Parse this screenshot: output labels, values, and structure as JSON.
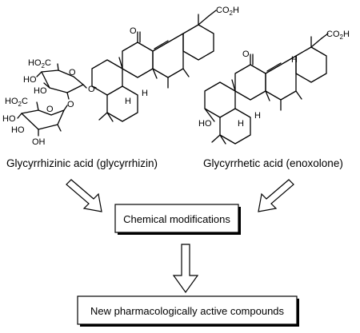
{
  "compound_left": {
    "name": "Glycyrrhizinic acid (glycyrrhizin)",
    "labels": {
      "co2h_top": "CO",
      "co2h_top_sub": "2",
      "co2h_top_h": "H",
      "ketone_o": "O",
      "ho2c_1": "HO",
      "ho2c_1_sub": "2",
      "ho2c_1_c": "C",
      "ho_1": "HO",
      "ho_2": "HO",
      "ether_o_1": "O",
      "ether_o_2": "O",
      "ring_o_1": "O",
      "ring_o_2": "O",
      "ho2c_2": "HO",
      "ho2c_2_sub": "2",
      "ho2c_2_c": "C",
      "ho_3": "HO",
      "ho_4": "HO",
      "oh_1": "OH",
      "h_5": "H",
      "h_9": "H"
    }
  },
  "compound_right": {
    "name": "Glycyrrhetic acid (enoxolone)",
    "labels": {
      "co2h_top": "CO",
      "co2h_top_sub": "2",
      "co2h_top_h": "H",
      "ketone_o": "O",
      "ho": "HO",
      "h_9": "H",
      "h_5": "H",
      "h_18": "H"
    }
  },
  "box_1": {
    "label": "Chemical modifications"
  },
  "box_2": {
    "label": "New pharmacologically active compounds"
  }
}
